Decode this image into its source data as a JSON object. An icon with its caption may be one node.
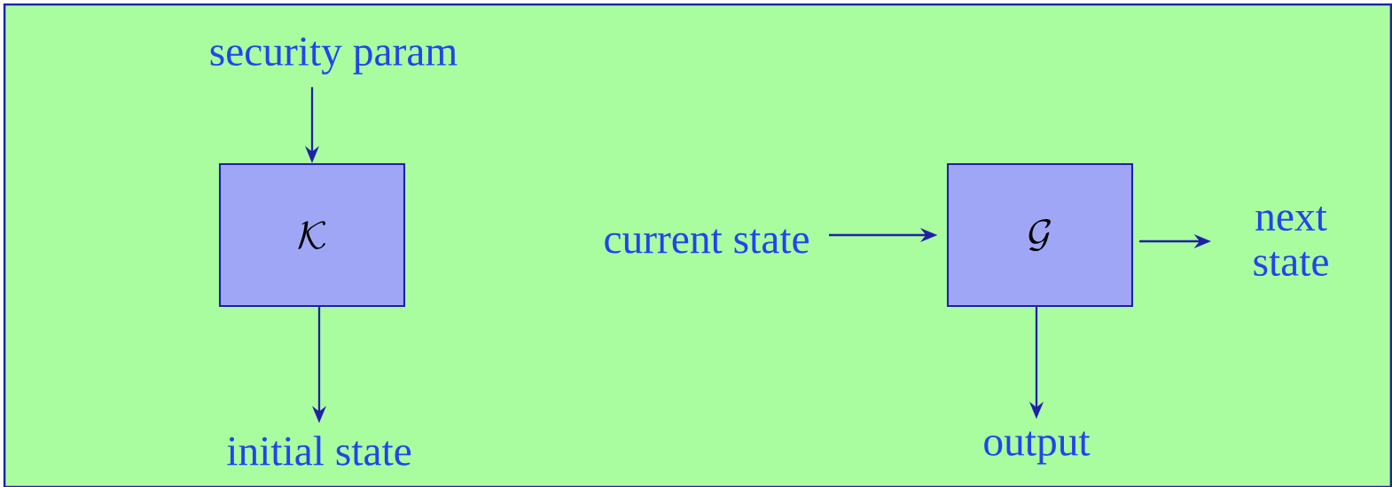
{
  "diagram": {
    "nodes": [
      {
        "text": [
          "security param"
        ]
      },
      {
        "text": [
          "\\mathcal{K}"
        ]
      },
      {
        "text": [
          "initial state"
        ]
      },
      {
        "text": [
          "current state"
        ]
      },
      {
        "text": [
          "\\mathcal{G}"
        ]
      },
      {
        "text": [
          "next state"
        ]
      },
      {
        "text": [
          "output"
        ]
      }
    ],
    "edges": [
      {
        "from": 0,
        "to": 1,
        "arrow": "to"
      },
      {
        "from": 1,
        "to": 2,
        "arrow": "to"
      },
      {
        "from": 3,
        "to": 4,
        "arrow": "to"
      },
      {
        "from": 4,
        "to": 5,
        "arrow": "to"
      },
      {
        "from": 4,
        "to": 6,
        "arrow": "to"
      }
    ]
  }
}
